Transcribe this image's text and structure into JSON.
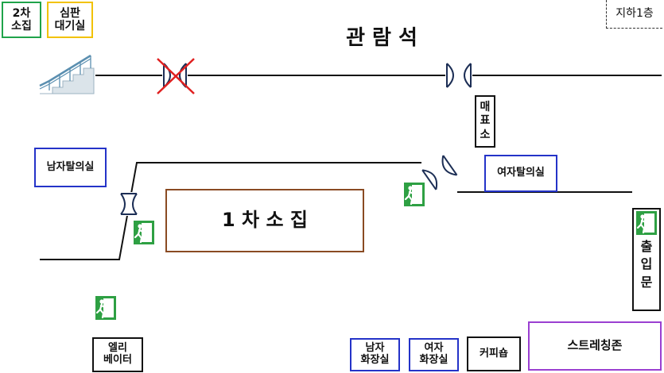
{
  "colors": {
    "green": "#1fa34a",
    "yellow": "#f2c200",
    "blue": "#2433c8",
    "brown": "#8a4b23",
    "purple": "#9a3fd1",
    "black": "#111111",
    "cross": "#e02020",
    "door": "#1c2e55",
    "stair": "#5b8fb0",
    "exit_green": "#2ea043"
  },
  "floor_label": "지하1층",
  "boxes": {
    "second_assembly": "2차\n소집",
    "judge_waiting": "심판\n대기실",
    "mens_locker": "남자탈의실",
    "womens_locker": "여자탈의실",
    "ticket_office": "매\n표\n소",
    "first_assembly": "1 차  소  집",
    "entrance": "출\n입\n문",
    "elevator": "엘리\n베이터",
    "mens_restroom": "남자\n화장실",
    "womens_restroom": "여자\n화장실",
    "coffee_shop": "커피숍",
    "stretching_zone": "스트레칭존"
  },
  "stands_title": "관 람 석",
  "icons": {
    "stairs": "stairs-icon",
    "door": "door-icon",
    "exit": "emergency-exit-icon"
  }
}
